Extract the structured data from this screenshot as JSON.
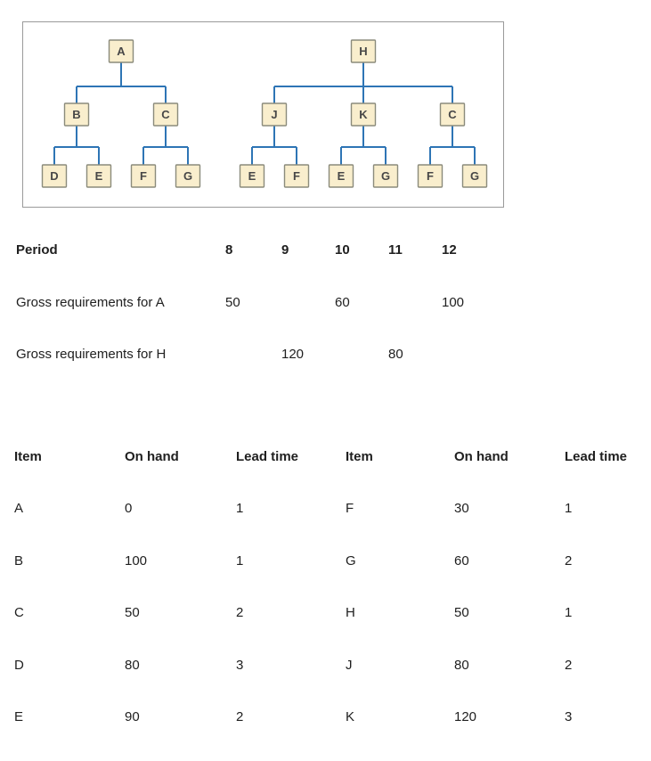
{
  "colors": {
    "frame_border": "#9a9a9a",
    "box_fill": "#F9EECD",
    "box_border": "#8B8B7C",
    "line": "#2E75B5",
    "node_text": "#474747",
    "text": "#202020"
  },
  "diagram": {
    "trees": [
      {
        "label": "A",
        "children": [
          {
            "label": "B",
            "children": [
              {
                "label": "D"
              },
              {
                "label": "E"
              }
            ]
          },
          {
            "label": "C",
            "children": [
              {
                "label": "F"
              },
              {
                "label": "G"
              }
            ]
          }
        ]
      },
      {
        "label": "H",
        "children": [
          {
            "label": "J",
            "children": [
              {
                "label": "E"
              },
              {
                "label": "F"
              }
            ]
          },
          {
            "label": "K",
            "children": [
              {
                "label": "E"
              },
              {
                "label": "G"
              }
            ]
          },
          {
            "label": "C",
            "children": [
              {
                "label": "F"
              },
              {
                "label": "G"
              }
            ]
          }
        ]
      }
    ]
  },
  "period_table": {
    "label_header": "Period",
    "periods": [
      "8",
      "9",
      "10",
      "11",
      "12"
    ],
    "rows": [
      {
        "label": "Gross requirements for A",
        "values": [
          "50",
          "",
          "60",
          "",
          "100"
        ]
      },
      {
        "label": "Gross requirements for H",
        "values": [
          "",
          "120",
          "",
          "80",
          ""
        ]
      }
    ]
  },
  "item_table": {
    "headers": [
      "Item",
      "On hand",
      "Lead time",
      "Item",
      "On hand",
      "Lead time"
    ],
    "rows": [
      [
        "A",
        "0",
        "1",
        "F",
        "30",
        "1"
      ],
      [
        "B",
        "100",
        "1",
        "G",
        "60",
        "2"
      ],
      [
        "C",
        "50",
        "2",
        "H",
        "50",
        "1"
      ],
      [
        "D",
        "80",
        "3",
        "J",
        "80",
        "2"
      ],
      [
        "E",
        "90",
        "2",
        "K",
        "120",
        "3"
      ]
    ]
  }
}
